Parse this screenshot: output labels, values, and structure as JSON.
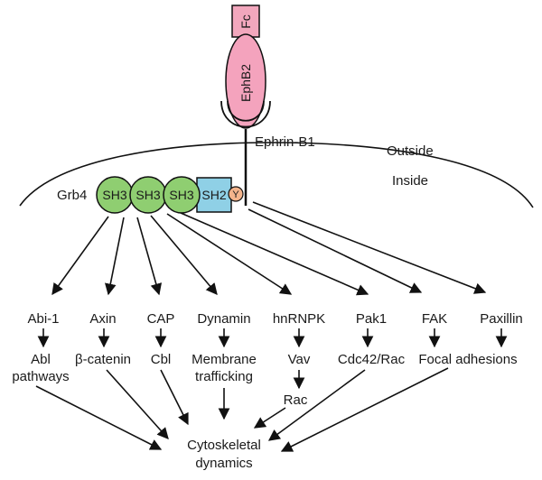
{
  "diagram": {
    "receptor": {
      "fc": "Fc",
      "ephb2": "EphB2"
    },
    "ligand": "Ephrin-B1",
    "outside": "Outside",
    "inside": "Inside",
    "adaptor": {
      "name": "Grb4",
      "sh3_1": "SH3",
      "sh3_2": "SH3",
      "sh3_3": "SH3",
      "sh2": "SH2",
      "phospho": "Y"
    },
    "partners": [
      "Abi-1",
      "Axin",
      "CAP",
      "Dynamin",
      "hnRNPK",
      "Pak1",
      "FAK",
      "Paxillin"
    ],
    "downstream": {
      "abl_1": "Abl",
      "abl_2": "pathways",
      "bcatenin": "β-catenin",
      "cbl": "Cbl",
      "membrane_1": "Membrane",
      "membrane_2": "trafficking",
      "vav": "Vav",
      "rac": "Rac",
      "cdc42": "Cdc42/Rac",
      "focal_adhesions": "Focal adhesions"
    },
    "output_1": "Cytoskeletal",
    "output_2": "dynamics",
    "colors": {
      "fc": "#f2a7bd",
      "ephb2": "#f4a3bd",
      "sh3": "#8fce71",
      "sh2": "#8fd0e6",
      "phospho": "#f4b48c"
    }
  }
}
